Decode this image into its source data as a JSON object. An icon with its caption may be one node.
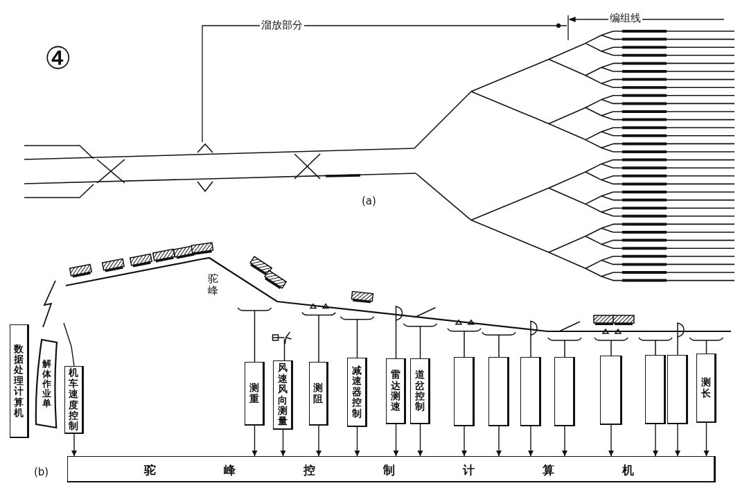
{
  "diagram": {
    "nodes": [
      {
        "text": [
          "数据处理计算机"
        ]
      },
      {
        "text": [
          "解体作业单"
        ]
      },
      {
        "text": [
          "机车速度控制"
        ]
      },
      {
        "text": [
          "测重"
        ]
      },
      {
        "text": [
          "风速风向测量"
        ]
      },
      {
        "text": [
          "测阻"
        ]
      },
      {
        "text": [
          "减速器控制"
        ]
      },
      {
        "text": [
          "雷达测速"
        ]
      },
      {
        "text": [
          "道岔控制"
        ]
      },
      {
        "text": [],
        "shape": "box"
      },
      {
        "text": [],
        "shape": "box"
      },
      {
        "text": [],
        "shape": "box"
      },
      {
        "text": [],
        "shape": "box"
      },
      {
        "text": [],
        "shape": "box"
      },
      {
        "text": [],
        "shape": "box"
      },
      {
        "text": [],
        "shape": "box"
      },
      {
        "text": [
          "测长"
        ]
      },
      {
        "text": [
          "驼峰控制计算机"
        ]
      }
    ],
    "edges": [
      {
        "from": 2,
        "to": 17,
        "arrow": "to"
      },
      {
        "from": 3,
        "to": 17,
        "arrow": "to"
      },
      {
        "from": 4,
        "to": 17,
        "arrow": "to"
      },
      {
        "from": 5,
        "to": 17,
        "arrow": "to"
      },
      {
        "from": 6,
        "to": 17,
        "arrow": "to"
      },
      {
        "from": 7,
        "to": 17,
        "arrow": "to"
      },
      {
        "from": 8,
        "to": 17,
        "arrow": "to"
      },
      {
        "from": 9,
        "to": 17,
        "arrow": "to"
      },
      {
        "from": 10,
        "to": 17,
        "arrow": "to"
      },
      {
        "from": 11,
        "to": 17,
        "arrow": "to"
      },
      {
        "from": 12,
        "to": 17,
        "arrow": "to"
      },
      {
        "from": 13,
        "to": 17,
        "arrow": "to"
      },
      {
        "from": 14,
        "to": 17,
        "arrow": "to"
      },
      {
        "from": 15,
        "to": 17,
        "arrow": "to"
      },
      {
        "from": 16,
        "to": 17,
        "arrow": "to"
      },
      {
        "from": 2,
        "to": null,
        "arrow": "none"
      }
    ],
    "labels": [
      "溜放部分",
      "编组线",
      "④",
      "(a)",
      "驼峰",
      "(b)"
    ]
  }
}
